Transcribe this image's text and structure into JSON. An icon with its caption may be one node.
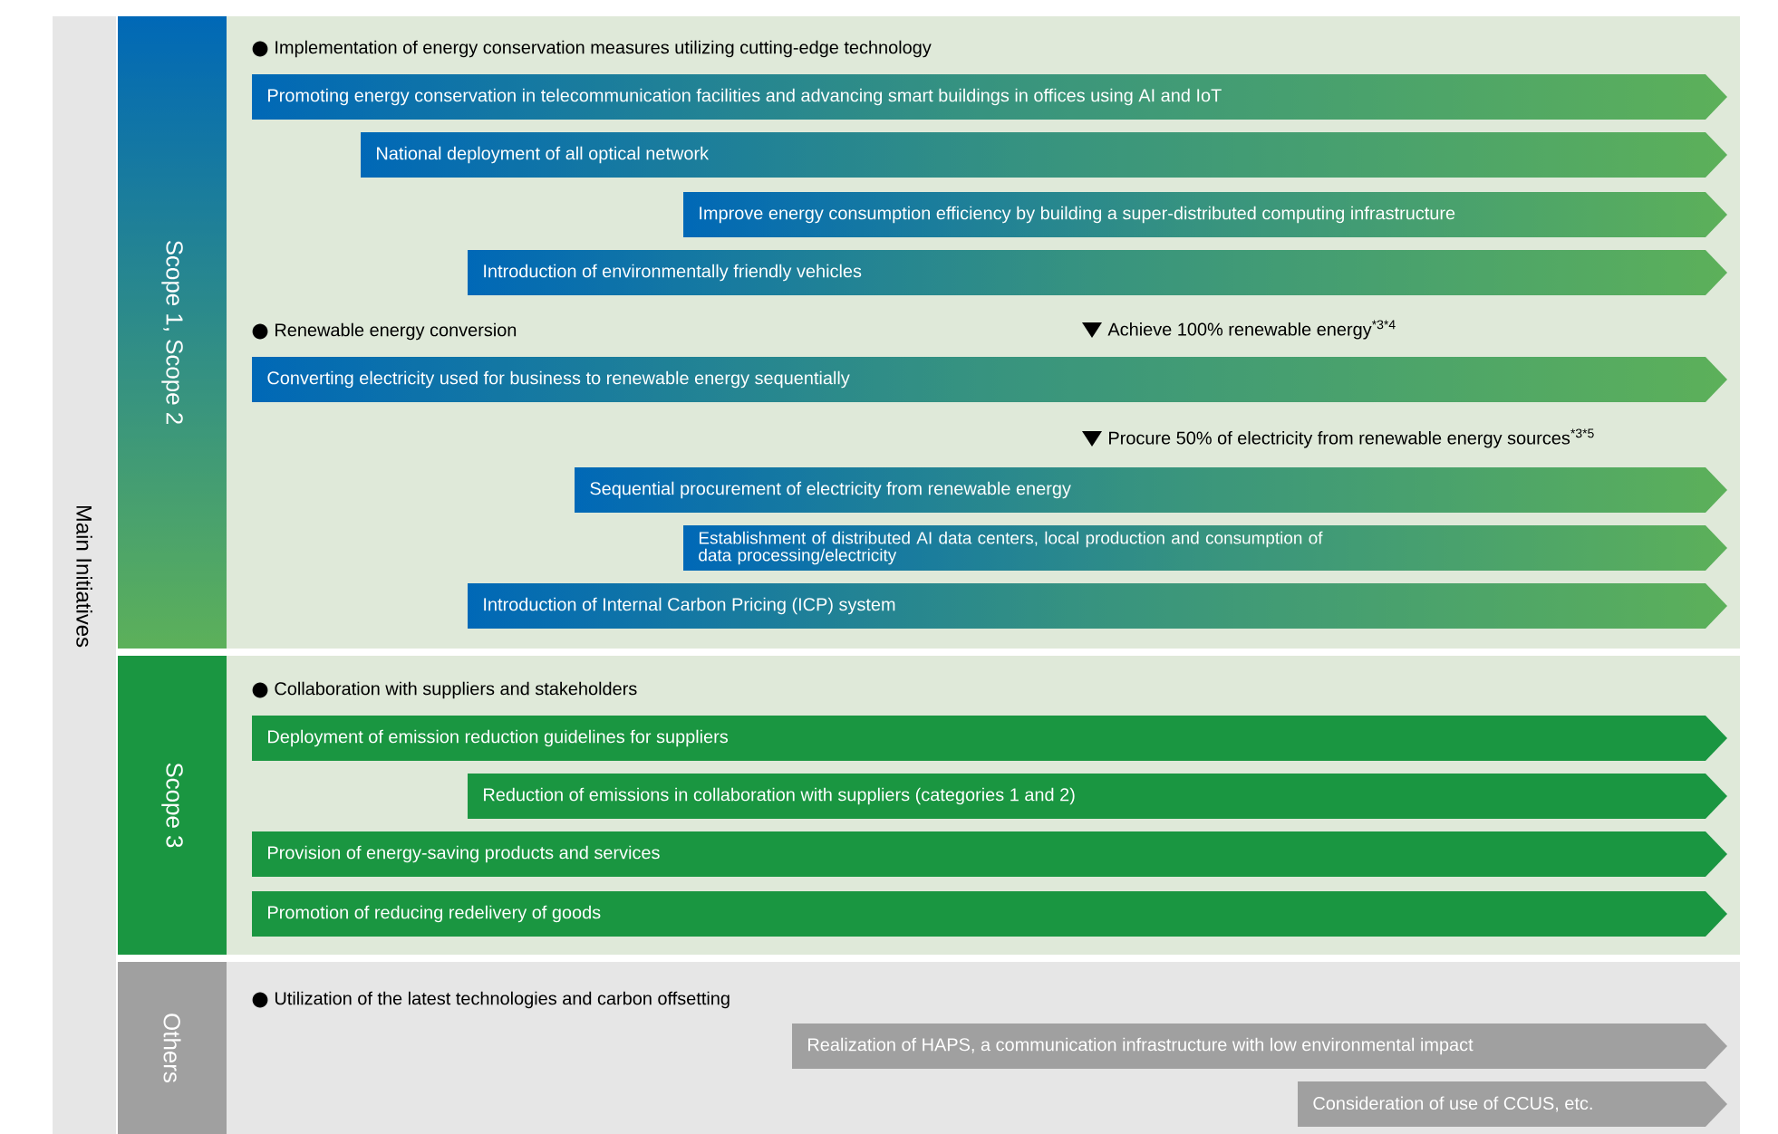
{
  "diagram": {
    "nodes": [
      {
        "text": [
          "Main Initiatives"
        ]
      },
      {
        "text": [
          "Scope 1, Scope 2"
        ]
      },
      {
        "text": [
          "Promoting energy conservation in telecommunication facilities and advancing smart buildings in offices using AI and IoT"
        ],
        "in": 1
      },
      {
        "text": [
          "National deployment of all optical network"
        ],
        "in": 1
      },
      {
        "text": [
          "Improve energy consumption efficiency by building a super-distributed computing infrastructure"
        ],
        "in": 1
      },
      {
        "text": [
          "Introduction of environmentally friendly vehicles"
        ],
        "in": 1
      },
      {
        "text": [
          "Converting electricity used for business to renewable energy sequentially"
        ],
        "in": 1
      },
      {
        "text": [
          "Sequential procurement of electricity from renewable energy"
        ],
        "in": 1
      },
      {
        "text": [
          "Establishment of distributed AI data centers, local production and consumption of data processing/electricity"
        ],
        "in": 1
      },
      {
        "text": [
          "Introduction of Internal Carbon Pricing (ICP) system"
        ],
        "in": 1
      },
      {
        "text": [
          "Scope 3"
        ]
      },
      {
        "text": [
          "Deployment of emission reduction guidelines for suppliers"
        ],
        "in": 10
      },
      {
        "text": [
          "Reduction of emissions in collaboration with suppliers (categories 1 and 2)"
        ],
        "in": 10
      },
      {
        "text": [
          "Provision of energy-saving products and services"
        ],
        "in": 10
      },
      {
        "text": [
          "Promotion of reducing redelivery of goods"
        ],
        "in": 10
      },
      {
        "text": [
          "Others"
        ]
      },
      {
        "text": [
          "Realization of HAPS, a communication infrastructure with low environmental impact"
        ],
        "in": 15
      },
      {
        "text": [
          "Consideration of use of CCUS, etc."
        ],
        "in": 15
      }
    ],
    "labels": [
      "Implementation of energy conservation measures utilizing cutting-edge technology",
      "Renewable energy conversion",
      "Achieve 100% renewable energy$^{*3*4}$",
      "Procure 50% of electricity from renewable energy sources$^{*3*5}$",
      "Collaboration with suppliers and stakeholders",
      "Utilization of the latest technologies and carbon offsetting"
    ]
  }
}
